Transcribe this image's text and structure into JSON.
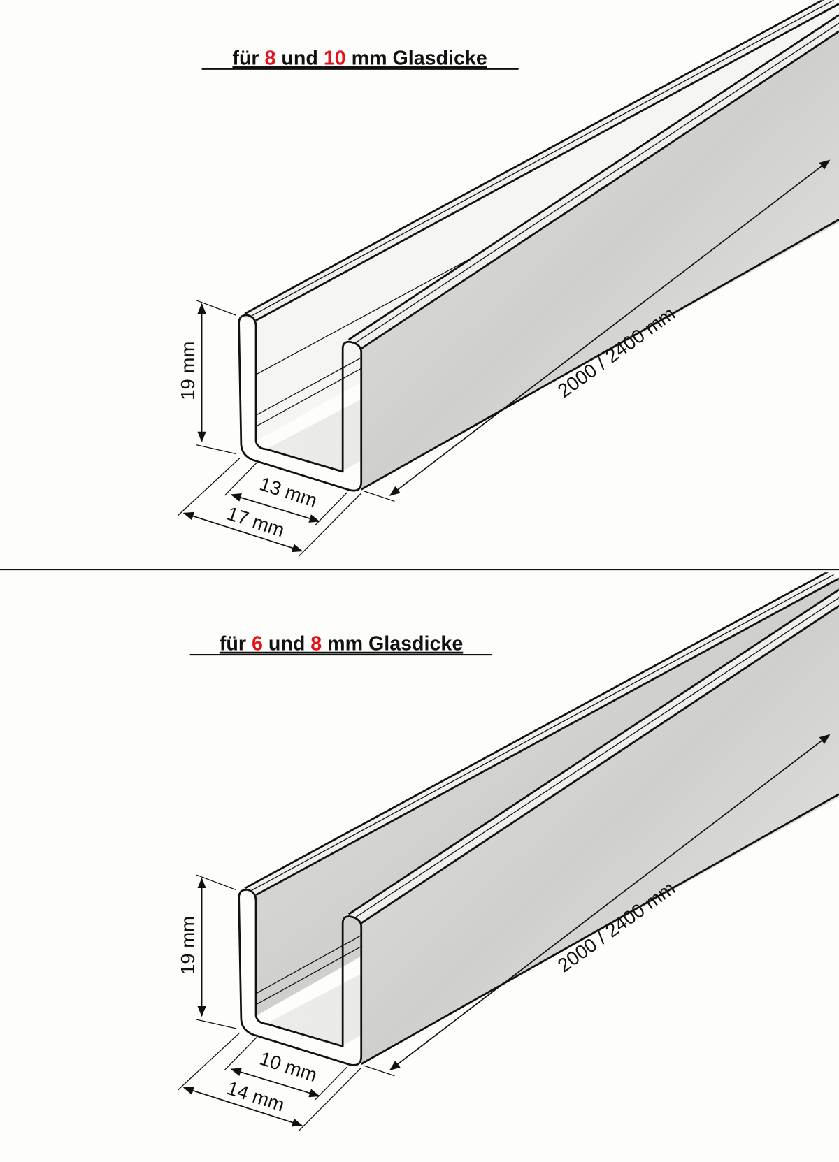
{
  "panels": [
    {
      "title": {
        "prefix": "für ",
        "thickness_a": "8",
        "middle": " und ",
        "thickness_b": "10",
        "suffix": " mm Glasdicke"
      },
      "dimensions": {
        "height": "19 mm",
        "inner_width": "13 mm",
        "outer_width": "17 mm",
        "length": "2000 / 2400 mm"
      }
    },
    {
      "title": {
        "prefix": "für ",
        "thickness_a": "6",
        "middle": " und ",
        "thickness_b": "8",
        "suffix": " mm Glasdicke"
      },
      "dimensions": {
        "height": "19 mm",
        "inner_width": "10 mm",
        "outer_width": "14 mm",
        "length": "2000 / 2400 mm"
      }
    }
  ],
  "colors": {
    "highlight": "#e0141a",
    "text": "#111111",
    "background": "#fdfdfb"
  }
}
